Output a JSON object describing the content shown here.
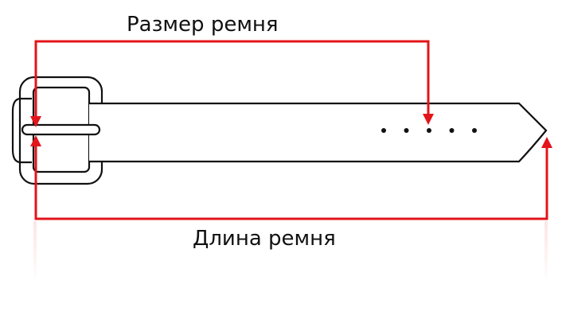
{
  "labels": {
    "belt_size": "Размер ремня",
    "belt_length": "Длина ремня"
  },
  "colors": {
    "outline": "#111111",
    "arrow": "#e3141b",
    "background": "#ffffff"
  },
  "belt": {
    "hole_count": 5,
    "measured_hole_index": 3
  }
}
